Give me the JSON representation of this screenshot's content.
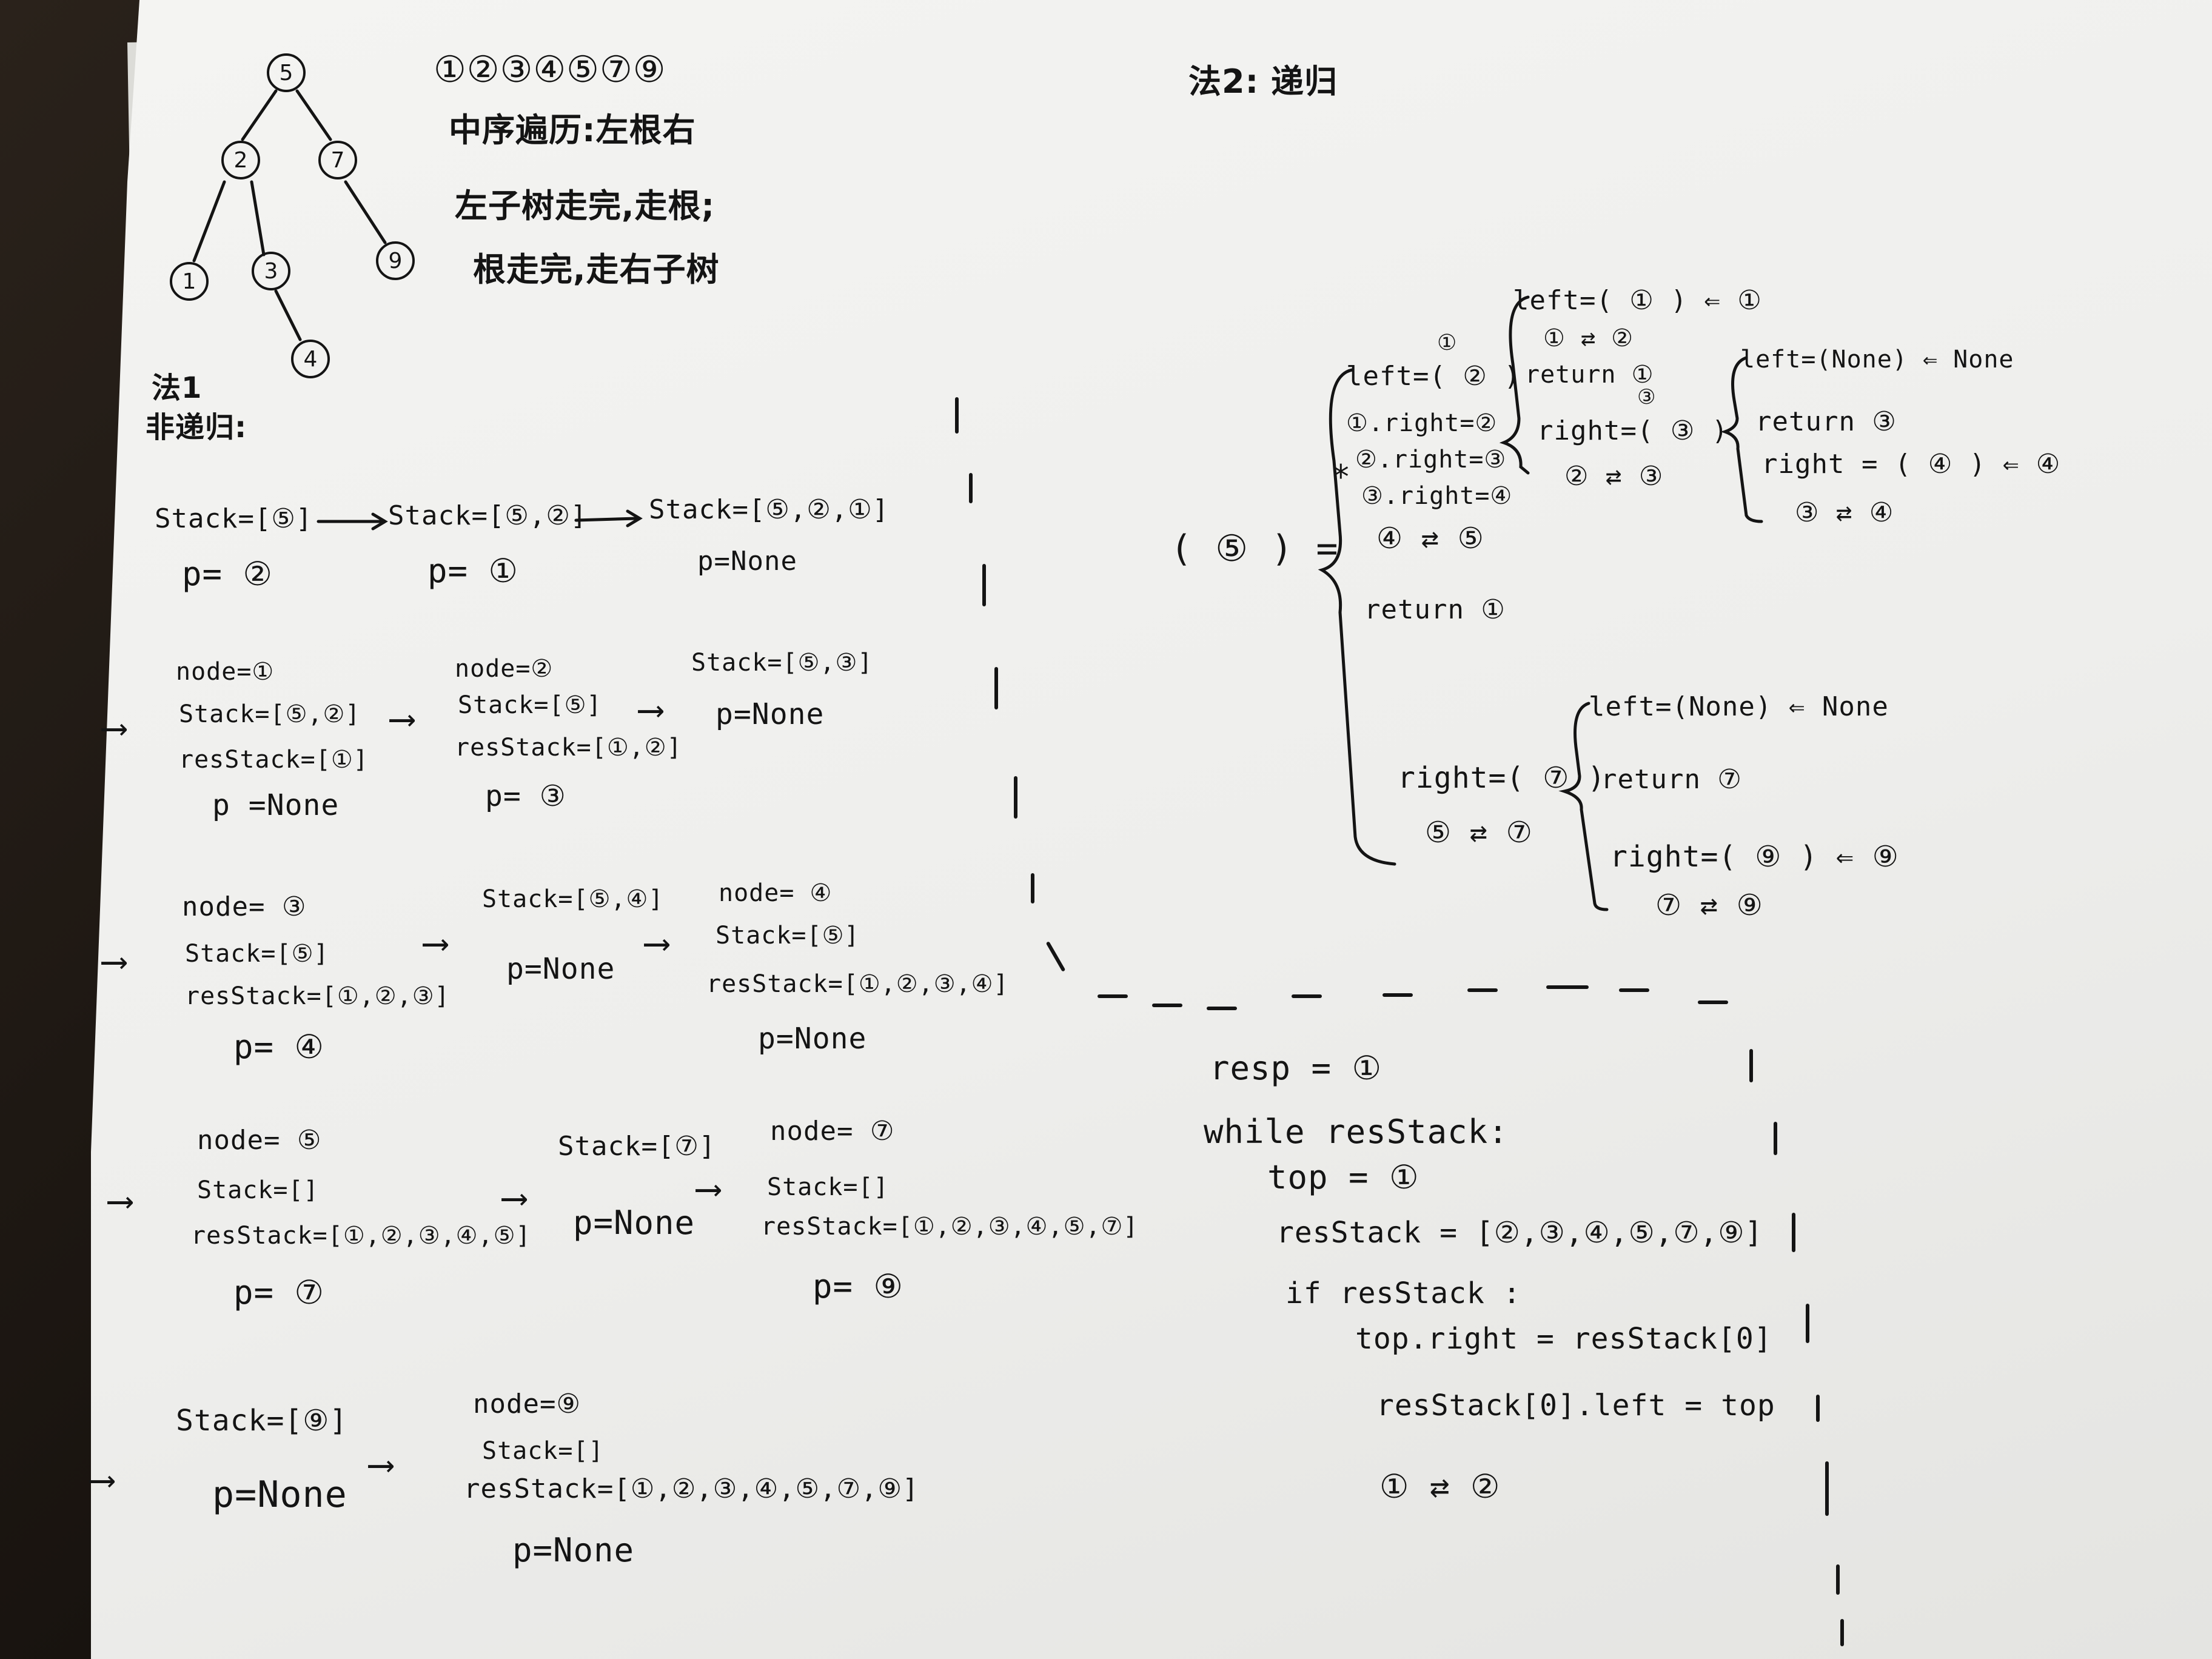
{
  "tree": {
    "nodes": [
      "5",
      "2",
      "7",
      "1",
      "3",
      "9",
      "4"
    ]
  },
  "notes": {
    "order_label": "①②③④⑤⑦⑨",
    "inorder_title": "中序遍历:左根右",
    "rule_line1": "左子树走完,走根;",
    "rule_line2": "根走完,走右子树"
  },
  "method1": {
    "label1": "法1",
    "label2": "非递归:",
    "row1": {
      "s1_stack": "Stack=[⑤]",
      "s1_p": "p= ②",
      "s2_stack": "Stack=[⑤,②]",
      "s2_p": "p= ①",
      "s3_stack": "Stack=[⑤,②,①]",
      "s3_p": "p=None"
    },
    "row2": {
      "s1_node": "node=①",
      "s1_stack": "Stack=[⑤,②]",
      "s1_res": "resStack=[①]",
      "s1_p": "p =None",
      "s2_node": "node=②",
      "s2_stack": "Stack=[⑤]",
      "s2_res": "resStack=[①,②]",
      "s2_p": "p= ③",
      "s3_stack": "Stack=[⑤,③]",
      "s3_p": "p=None"
    },
    "row3": {
      "s1_node": "node= ③",
      "s1_stack": "Stack=[⑤]",
      "s1_res": "resStack=[①,②,③]",
      "s1_p": "p= ④",
      "s2_stack": "Stack=[⑤,④]",
      "s2_p": "p=None",
      "s3_node": "node= ④",
      "s3_stack": "Stack=[⑤]",
      "s3_res": "resStack=[①,②,③,④]",
      "s3_p": "p=None"
    },
    "row4": {
      "s1_node": "node= ⑤",
      "s1_stack": "Stack=[]",
      "s1_res": "resStack=[①,②,③,④,⑤]",
      "s1_p": "p= ⑦",
      "s2_stack": "Stack=[⑦]",
      "s2_p": "p=None",
      "s3_node": "node= ⑦",
      "s3_stack": "Stack=[]",
      "s3_res": "resStack=[①,②,③,④,⑤,⑦]",
      "s3_p": "p= ⑨"
    },
    "row5": {
      "s1_stack": "Stack=[⑨]",
      "s1_p": "p=None",
      "s2_node": "node=⑨",
      "s2_stack": "Stack=[]",
      "s2_res": "resStack=[①,②,③,④,⑤,⑦,⑨]",
      "s2_p": "p=None"
    },
    "arrow": "⟶"
  },
  "method2": {
    "title": "法2: 递归",
    "call5": "( ⑤ ) =",
    "left1": "left=( ② )",
    "left1_sup": "①",
    "r1": "①.right=②",
    "r2": "②.right=③",
    "r3": "③.right=④",
    "swap45": "④ ⇄ ⑤",
    "star": "*",
    "ret1": "return ①",
    "inner2_left": "left=( ① ) ⇐ ①",
    "inner2_swap": "① ⇄ ②",
    "inner2_ret": "return ①",
    "inner2_sup": "③",
    "inner2_right": "right=( ③ )",
    "inner2_swap2": "② ⇄ ③",
    "inner3_left": "left=(None) ⇐ None",
    "inner3_ret": "return ③",
    "inner3_right": "right = ( ④ ) ⇐ ④",
    "inner3_swap": "③ ⇄ ④",
    "right7": "right=( ⑦ )",
    "swap57": "⑤ ⇄ ⑦",
    "inner7_left": "left=(None) ⇐ None",
    "inner7_ret": "return ⑦",
    "inner7_right": "right=( ⑨ ) ⇐ ⑨",
    "inner7_swap": "⑦ ⇄ ⑨"
  },
  "bottom_code": {
    "line1": "resp = ①",
    "line2": "while resStack:",
    "line3": "top = ①",
    "line4": "resStack = [②,③,④,⑤,⑦,⑨]",
    "line5": "if resStack :",
    "line6": "top.right = resStack[0]",
    "line7": "resStack[0].left = top",
    "line8": "① ⇄ ②"
  }
}
